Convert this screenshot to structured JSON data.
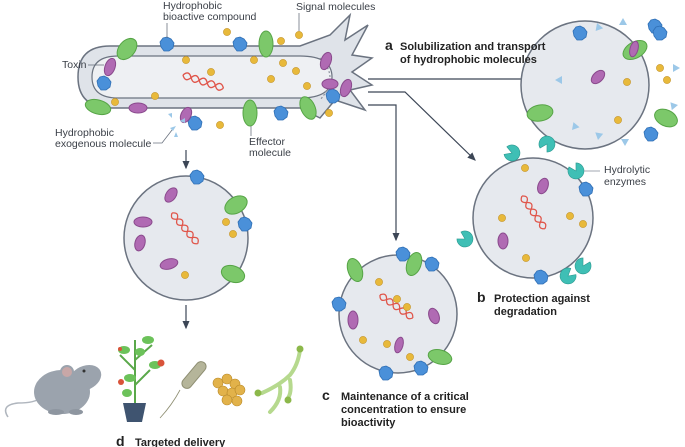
{
  "figure": {
    "labels": {
      "hydrophobic_bioactive_compound": [
        "Hydrophobic",
        "bioactive compound"
      ],
      "signal_molecules": "Signal molecules",
      "toxin": "Toxin",
      "hydrophobic_exogenous_molecule": [
        "Hydrophobic",
        "exogenous molecule"
      ],
      "effector_molecule": [
        "Effector",
        "molecule"
      ],
      "hydrolytic_enzymes": [
        "Hydrolytic",
        "enzymes"
      ]
    },
    "panels": [
      {
        "letter": "a",
        "title": [
          "Solubilization and transport",
          "of hydrophobic molecules"
        ]
      },
      {
        "letter": "b",
        "title": [
          "Protection against",
          "degradation"
        ]
      },
      {
        "letter": "c",
        "title": [
          "Maintenance of a critical",
          "concentration to ensure",
          "bioactivity"
        ]
      },
      {
        "letter": "d",
        "title": [
          "Targeted delivery"
        ]
      }
    ],
    "targets": [
      "mouse",
      "tomato-plant",
      "rod-bacterium",
      "cocci-cluster",
      "fungal-hyphae"
    ],
    "colors": {
      "membrane": "#6b7380",
      "vesicle_fill": "#e6e9ee",
      "protein_blue": "#4a90d9",
      "protein_green": "#7cc86a",
      "toxin_purple": "#b06ab3",
      "signal_yellow": "#e8b93a",
      "dna_red": "#e0554a",
      "enzyme_teal": "#3fbfb5",
      "exogenous_lightblue": "#9cc8e8",
      "arrow": "#3c4656"
    }
  }
}
